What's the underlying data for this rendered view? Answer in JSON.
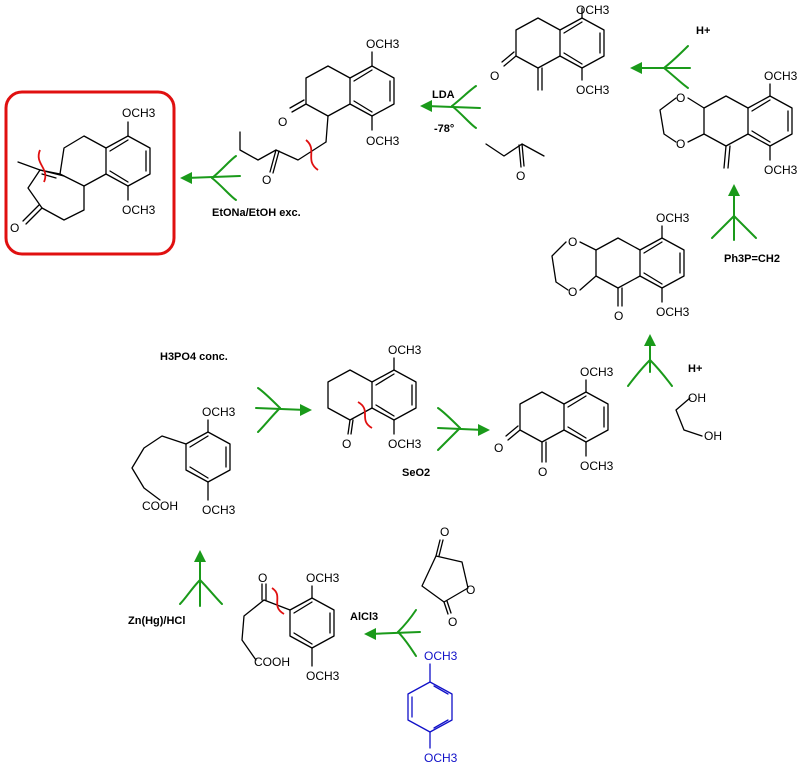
{
  "diagram": {
    "labels": {
      "ome": "OCH3",
      "oh": "OH",
      "cooh": "COOH",
      "o": "O"
    },
    "reagents": {
      "lda": "LDA",
      "temp": "-78°",
      "h_plus": "H+",
      "etona": "EtONa/EtOH exc.",
      "ph3p": "Ph3P=CH2",
      "h3po4": "H3PO4  conc.",
      "seo2": "SeO2",
      "alcl3": "AlCl3",
      "znhg": "Zn(Hg)/HCl"
    },
    "colors": {
      "arrow": "#1a9a1a",
      "highlight_box": "#e01010",
      "disconnection": "#e01010",
      "starting_material": "#1010c8"
    }
  }
}
